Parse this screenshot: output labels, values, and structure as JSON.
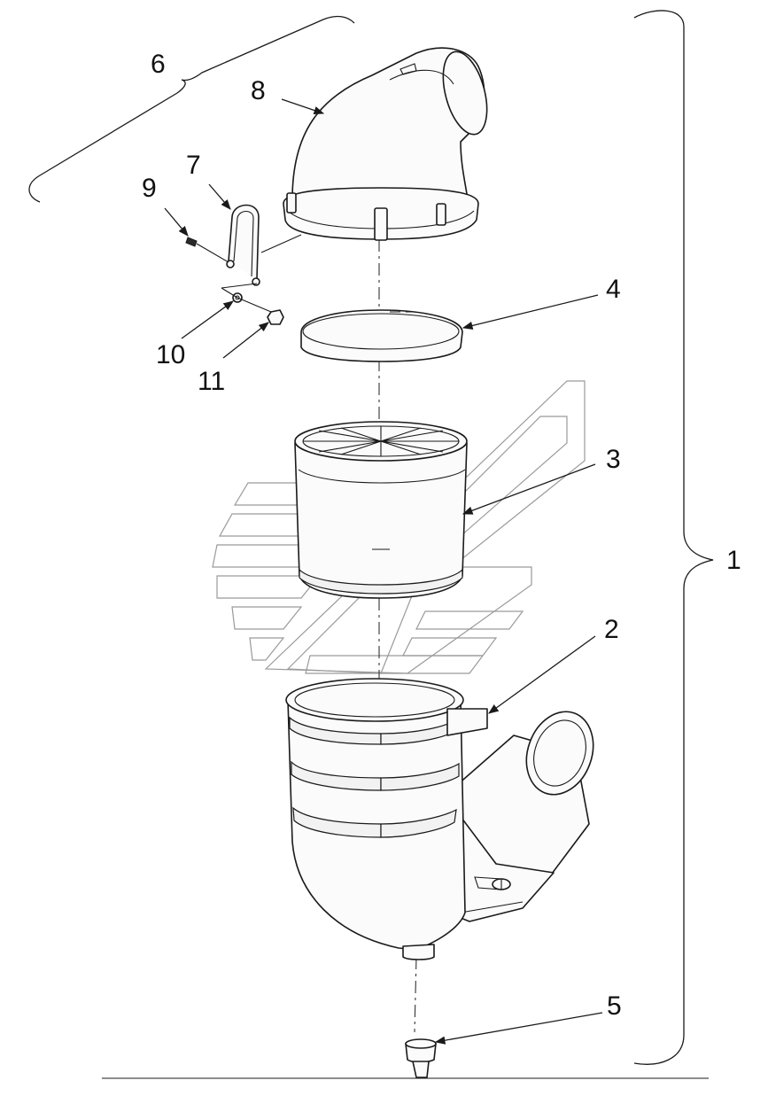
{
  "callouts": [
    {
      "id": "1",
      "text": "1"
    },
    {
      "id": "2",
      "text": "2"
    },
    {
      "id": "3",
      "text": "3"
    },
    {
      "id": "4",
      "text": "4"
    },
    {
      "id": "5",
      "text": "5"
    },
    {
      "id": "6",
      "text": "6"
    },
    {
      "id": "7",
      "text": "7"
    },
    {
      "id": "8",
      "text": "8"
    },
    {
      "id": "9",
      "text": "9"
    },
    {
      "id": "10",
      "text": "10"
    },
    {
      "id": "11",
      "text": "11"
    }
  ],
  "colors": {
    "line": "#1a1a1a",
    "watermark": "#9a9a9a",
    "background": "#ffffff"
  },
  "watermark_icon": "stripe-logo-watermark"
}
